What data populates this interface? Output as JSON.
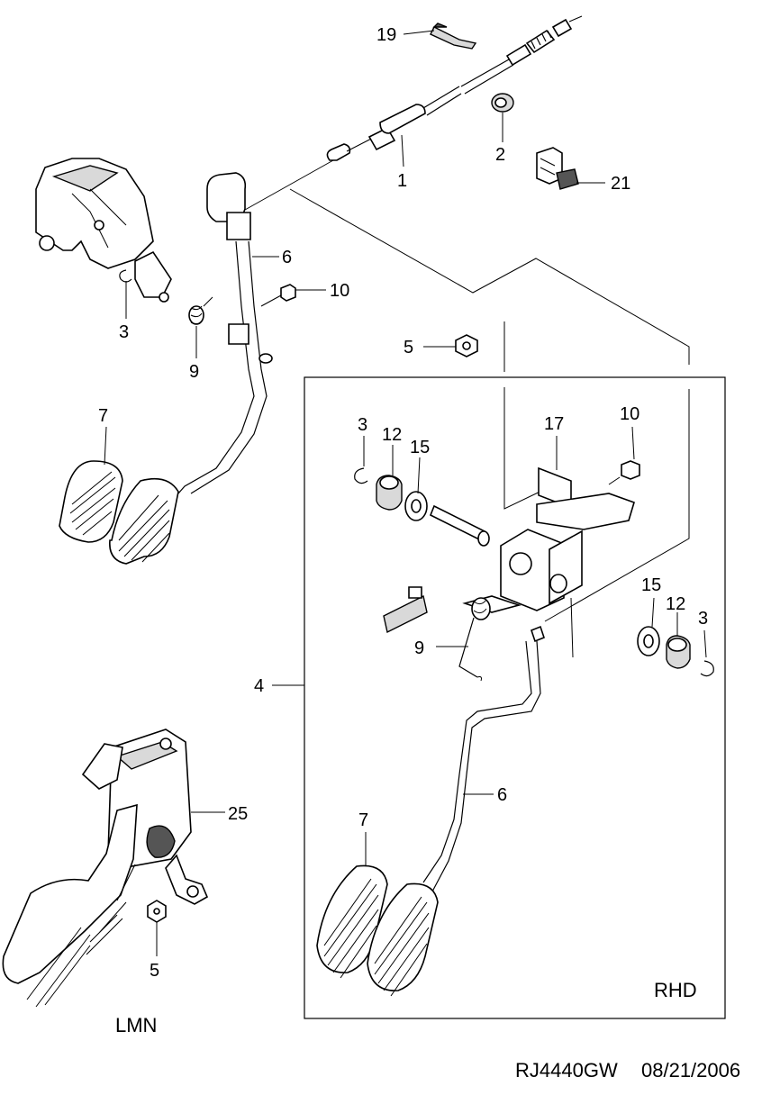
{
  "callouts": {
    "c19": "19",
    "c2": "2",
    "c1": "1",
    "c21": "21",
    "c6a": "6",
    "c10a": "10",
    "c3a": "3",
    "c9a": "9",
    "c7a": "7",
    "c5a": "5",
    "c3b": "3",
    "c12a": "12",
    "c15a": "15",
    "c17": "17",
    "c10b": "10",
    "c9b": "9",
    "c15b": "15",
    "c12b": "12",
    "c3c": "3",
    "c4": "4",
    "c6b": "6",
    "c7b": "7",
    "c25": "25",
    "c5b": "5"
  },
  "labels": {
    "rhd": "RHD",
    "lmn": "LMN",
    "drawing_number": "RJ4440GW",
    "date": "08/21/2006"
  }
}
